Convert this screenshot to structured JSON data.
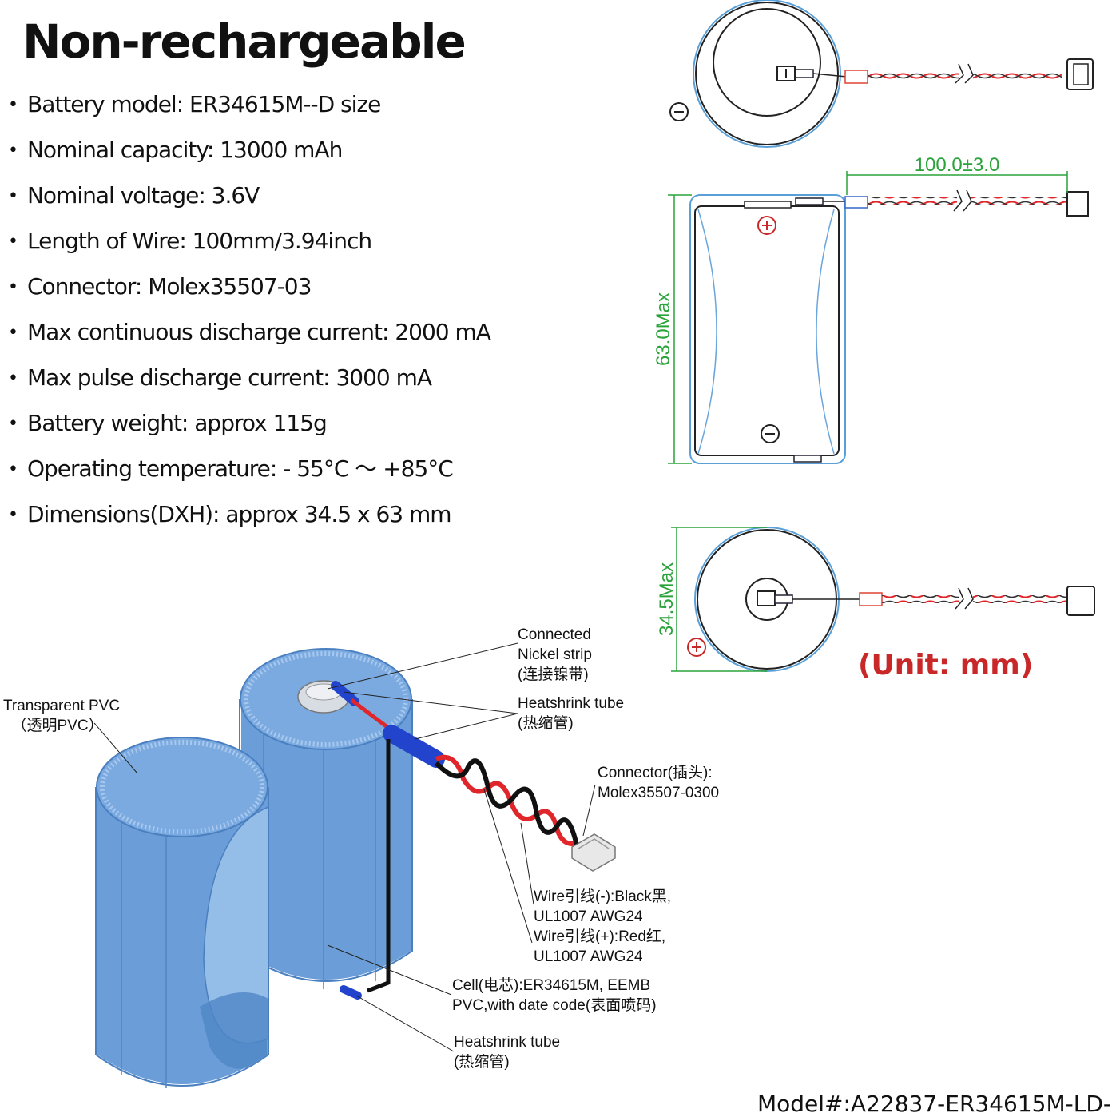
{
  "title": "Non-rechargeable",
  "specs": [
    "Battery model: ER34615M--D size",
    "Nominal capacity: 13000 mAh",
    "Nominal voltage: 3.6V",
    "Length of Wire: 100mm/3.94inch",
    "Connector: Molex35507-03",
    "Max continuous discharge current: 2000 mA",
    "Max pulse discharge current: 3000 mA",
    "Battery weight: approx 115g",
    "Operating temperature: - 55°C 〜 +85°C",
    "Dimensions(DXH): approx 34.5 x 63 mm"
  ],
  "drawing": {
    "wire_length": "100.0±3.0",
    "height": "63.0Max",
    "diameter": "34.5Max",
    "unit": "(Unit: mm)",
    "plus_symbol": "+",
    "minus_symbol": "−"
  },
  "callouts": {
    "transparent_pvc": "Transparent PVC\n  （透明PVC）",
    "nickel_strip": "Connected\nNickel strip\n(连接镍带)",
    "heatshrink_top": "Heatshrink tube\n(热缩管)",
    "connector": "Connector(插头):\nMolex35507-0300",
    "wires": "Wire引线(-):Black黑,\nUL1007 AWG24\nWire引线(+):Red红,\nUL1007 AWG24",
    "cell": "Cell(电芯):ER34615M, EEMB\nPVC,with date code(表面喷码)",
    "heatshrink_bottom": "Heatshrink tube\n(热缩管)"
  },
  "model": "Model#:A22837-ER34615M-LD-",
  "colors": {
    "pvc_blue": "#6b9ed8",
    "pvc_dark": "#4f86c6",
    "dim_green": "#2aa33a",
    "red_wire": "#e0262a",
    "unit_red": "#c82828"
  }
}
